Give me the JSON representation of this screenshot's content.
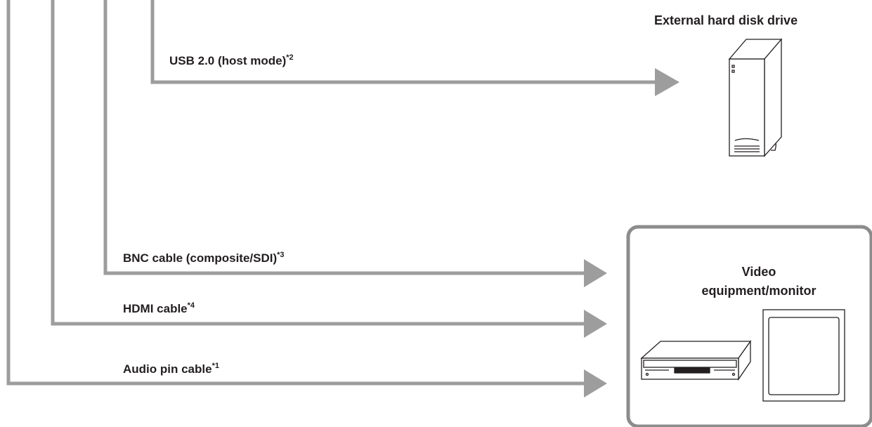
{
  "colors": {
    "cable": "#9d9d9e",
    "outline": "#231f20",
    "box_border": "#8c8c8c"
  },
  "connections": [
    {
      "label": "USB 2.0 (host mode)",
      "note": "*2",
      "target": "External hard disk drive"
    },
    {
      "label": "BNC cable (composite/SDI)",
      "note": "*3",
      "target": "Video equipment/monitor"
    },
    {
      "label": "HDMI cable",
      "note": "*4",
      "target": "Video equipment/monitor"
    },
    {
      "label": "Audio pin cable",
      "note": "*1",
      "target": "Video equipment/monitor"
    }
  ],
  "devices": {
    "hdd": {
      "title": "External hard disk drive",
      "icon": "hard-disk-drive-icon"
    },
    "video": {
      "title_line1": "Video",
      "title_line2": "equipment/monitor",
      "icons": [
        "video-deck-icon",
        "monitor-icon"
      ]
    }
  }
}
